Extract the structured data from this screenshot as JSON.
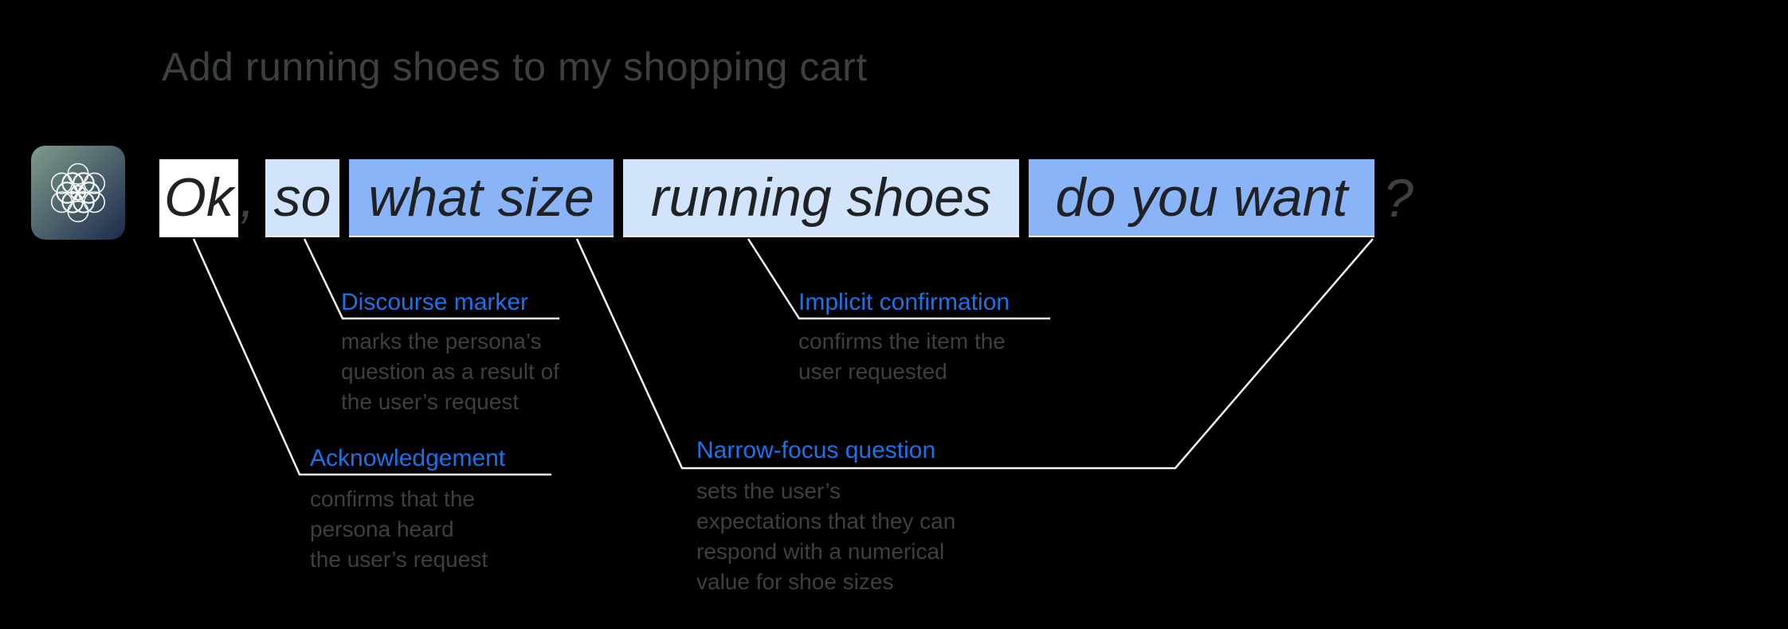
{
  "colors": {
    "background": "#000000",
    "title_text": "#3c4043",
    "sentence_text": "#202124",
    "muted_text": "#3c4043",
    "label_blue": "#1a73e8",
    "highlight_white": "#ffffff",
    "highlight_light": "#d2e3fc",
    "highlight_medium": "#8ab4f8",
    "connector_line": "#f1f3f4",
    "avatar_gradient_start": "#7e9c8b",
    "avatar_gradient_end": "#1d2b4d"
  },
  "user_utterance": "Add running shoes to my shopping cart",
  "persona": {
    "avatar_icon": "flower-logo",
    "segments": {
      "ok": "Ok",
      "comma": ",",
      "so": "so",
      "what_size": "what size",
      "running_shoes": "running shoes",
      "do_you_want": "do you want",
      "question_mark": "?"
    }
  },
  "annotations": {
    "discourse_marker": {
      "label": "Discourse marker",
      "description": "marks the persona’s\nquestion as a result of\nthe user’s request"
    },
    "acknowledgement": {
      "label": "Acknowledgement",
      "description": "confirms that the\npersona heard\nthe user’s request"
    },
    "implicit_confirmation": {
      "label": "Implicit confirmation",
      "description": "confirms the item the\nuser requested"
    },
    "narrow_focus_question": {
      "label": "Narrow-focus question",
      "description": "sets the user’s\nexpectations that they can\nrespond with a numerical\nvalue for shoe sizes"
    }
  }
}
